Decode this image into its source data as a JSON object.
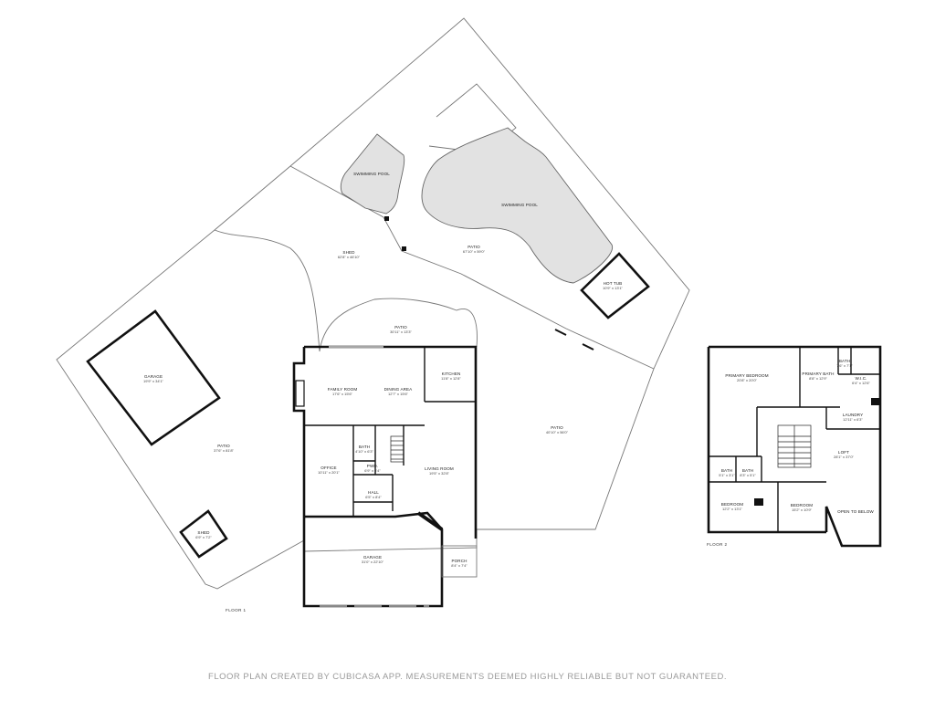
{
  "floors": [
    {
      "label": "FLOOR 1",
      "rooms": [
        {
          "name": "SWIMMING POOL",
          "dim": ""
        },
        {
          "name": "SWIMMING POOL",
          "dim": ""
        },
        {
          "name": "SHED",
          "dim": "62'8\" x 46'10\""
        },
        {
          "name": "PATIO",
          "dim": "67'10\" x 59'0\""
        },
        {
          "name": "HOT TUB",
          "dim": "10'9\" x 13'1\""
        },
        {
          "name": "PATIO",
          "dim": "30'11\" x 13'3\""
        },
        {
          "name": "GARAGE",
          "dim": "19'9\" x 34'1\""
        },
        {
          "name": "PATIO",
          "dim": "37'6\" x 81'8\""
        },
        {
          "name": "SHED",
          "dim": "6'9\" x 7'2\""
        },
        {
          "name": "FAMILY ROOM",
          "dim": "17'6\" x 15'6\""
        },
        {
          "name": "DINING AREA",
          "dim": "12'7\" x 15'6\""
        },
        {
          "name": "KITCHEN",
          "dim": "11'8\" x 12'8\""
        },
        {
          "name": "BATH",
          "dim": "4'10\" x 6'3\""
        },
        {
          "name": "OFFICE",
          "dim": "10'11\" x 20'1\""
        },
        {
          "name": "PWD.",
          "dim": "6'9\" x 3'4\""
        },
        {
          "name": "LIVING ROOM",
          "dim": "19'5\" x 32'8\""
        },
        {
          "name": "HALL",
          "dim": "6'5\" x 8'4\""
        },
        {
          "name": "GARAGE",
          "dim": "31'0\" x 22'10\""
        },
        {
          "name": "PORCH",
          "dim": "8'4\" x 7'4\""
        },
        {
          "name": "PATIO",
          "dim": "40'10\" x 56'0\""
        }
      ]
    },
    {
      "label": "FLOOR 2",
      "rooms": [
        {
          "name": "PRIMARY BEDROOM",
          "dim": "20'8\" x 20'0\""
        },
        {
          "name": "PRIMARY BATH",
          "dim": "8'8\" x 12'9\""
        },
        {
          "name": "BATH",
          "dim": "7'6\" x 7'1\""
        },
        {
          "name": "W.I.C.",
          "dim": "6'4\" x 12'6\""
        },
        {
          "name": "LAUNDRY",
          "dim": "12'11\" x 6'3\""
        },
        {
          "name": "LOFT",
          "dim": "28'1\" x 37'0\""
        },
        {
          "name": "BATH",
          "dim": "5'1\" x 3'1\""
        },
        {
          "name": "BATH",
          "dim": "8'3\" x 5'1\""
        },
        {
          "name": "BEDROOM",
          "dim": "12'2\" x 13'1\""
        },
        {
          "name": "BEDROOM",
          "dim": "15'2\" x 10'9\""
        },
        {
          "name": "OPEN TO BELOW",
          "dim": ""
        }
      ]
    }
  ],
  "disclaimer": "FLOOR PLAN CREATED BY CUBICASA APP. MEASUREMENTS DEEMED HIGHLY RELIABLE BUT NOT GUARANTEED."
}
